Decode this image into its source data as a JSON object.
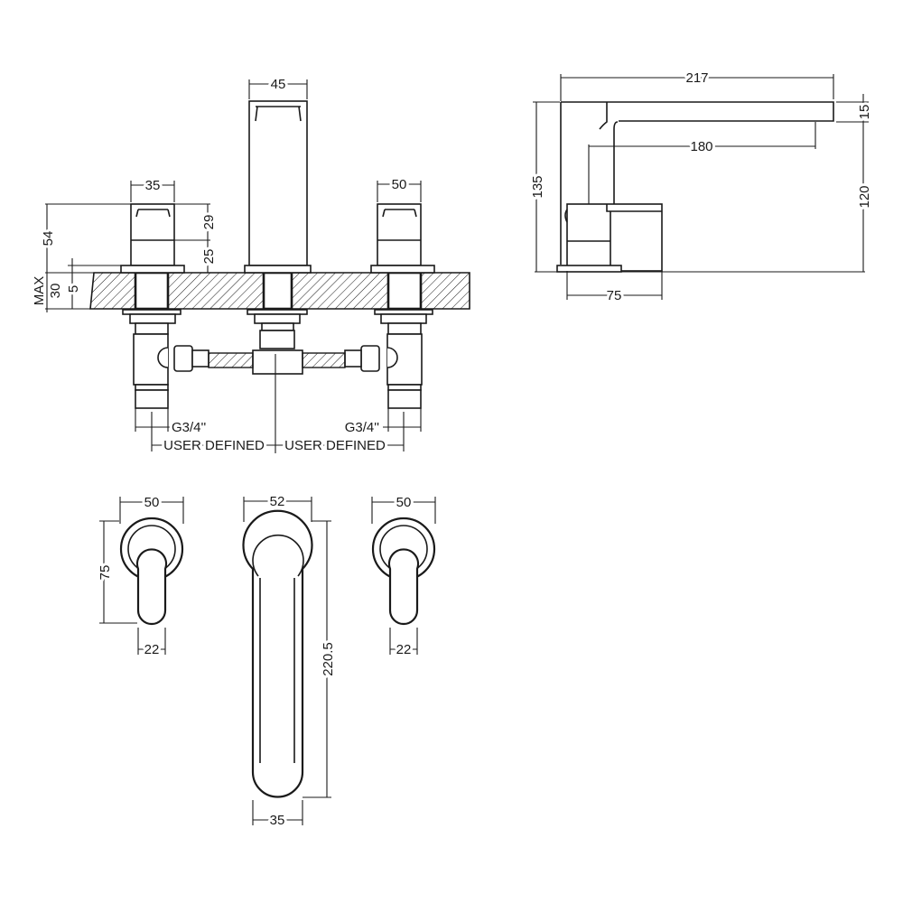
{
  "front_view": {
    "spout_width": "45",
    "left_handle_width": "35",
    "right_handle_width": "50",
    "handle_height": "54",
    "handle_upper": "29",
    "handle_lower": "25",
    "plate_thickness": "5",
    "worktop_thickness": "30",
    "worktop_max": "MAX",
    "left_thread": "G3/4''",
    "right_thread": "G3/4''",
    "left_user_defined": "USER DEFINED",
    "right_user_defined": "USER DEFINED"
  },
  "side_view": {
    "overall_length": "217",
    "spout_projection": "180",
    "overall_height": "135",
    "spout_thickness": "15",
    "spout_outlet_height": "120",
    "handle_depth": "75"
  },
  "top_view": {
    "left_handle_diameter": "50",
    "left_handle_length": "75",
    "left_lever_width": "22",
    "spout_width": "52",
    "spout_length": "220.5",
    "spout_tip_width": "35",
    "right_handle_diameter": "50",
    "right_lever_width": "22"
  }
}
